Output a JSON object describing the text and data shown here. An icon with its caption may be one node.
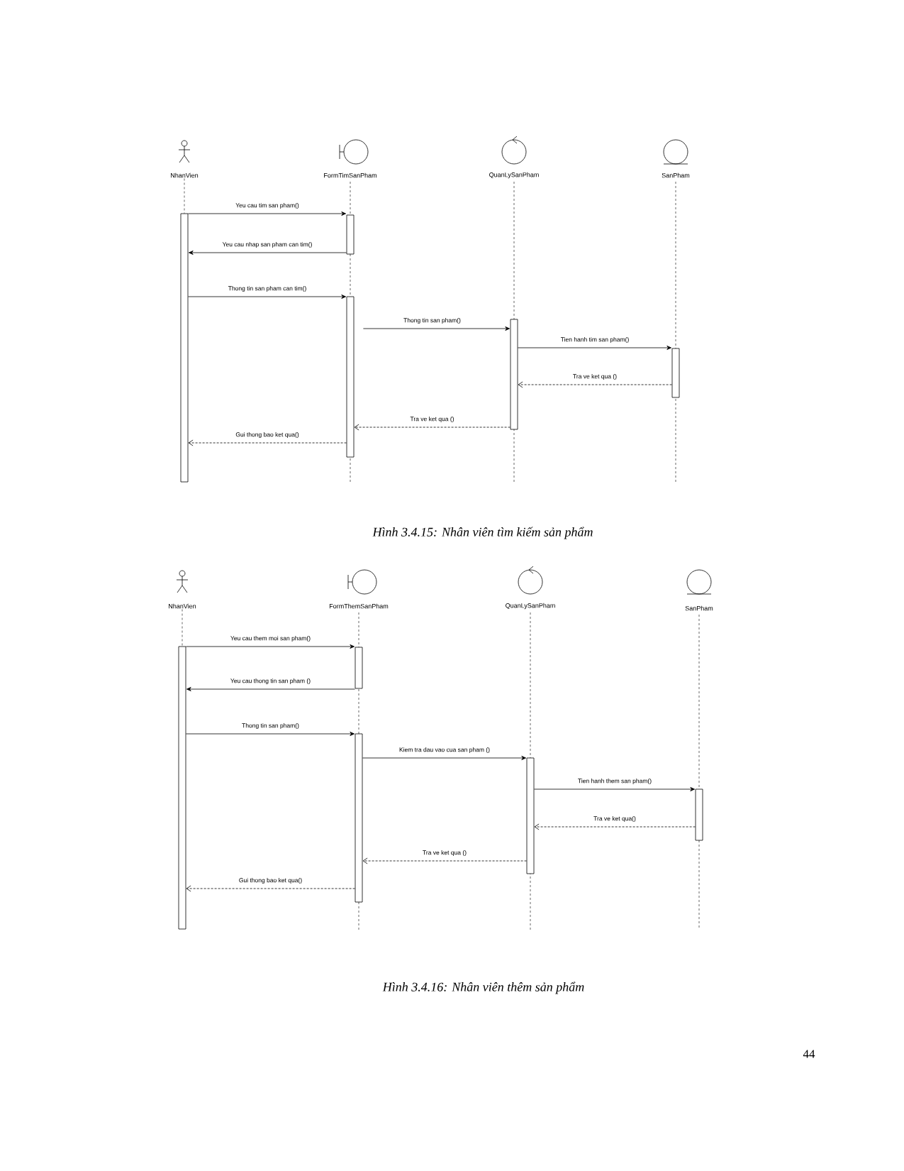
{
  "diagram": {
    "nodes": [
      {
        "text": [
          "NhanVien"
        ]
      },
      {
        "text": [
          "FormTimSanPham"
        ]
      },
      {
        "text": [
          "QuanLySanPham"
        ]
      },
      {
        "text": [
          "SanPham"
        ]
      },
      {
        "text": [],
        "shape": "bar"
      },
      {
        "text": [],
        "shape": "bar"
      },
      {
        "text": [],
        "shape": "bar"
      },
      {
        "text": [],
        "shape": "bar"
      },
      {
        "text": [],
        "shape": "bar"
      },
      {
        "text": [
          "NhanVien"
        ]
      },
      {
        "text": [
          "FormThemSanPham"
        ]
      },
      {
        "text": [
          "QuanLySanPham"
        ]
      },
      {
        "text": [
          "SanPham"
        ]
      },
      {
        "text": [],
        "shape": "bar"
      },
      {
        "text": [],
        "shape": "bar"
      },
      {
        "text": [],
        "shape": "bar"
      },
      {
        "text": [],
        "shape": "bar"
      },
      {
        "text": [],
        "shape": "bar"
      }
    ],
    "edges": [
      {
        "from": 4,
        "to": 5,
        "arrow": "to",
        "label": "Yeu cau tim san pham()"
      },
      {
        "from": 5,
        "to": 4,
        "arrow": "to",
        "label": "Yeu cau nhap san pham can tim()"
      },
      {
        "from": 4,
        "to": 6,
        "arrow": "to",
        "label": "Thong tin san pham can tim()"
      },
      {
        "from": 6,
        "to": 7,
        "arrow": "to",
        "label": "Thong tin san pham()"
      },
      {
        "from": 7,
        "to": 8,
        "arrow": "to",
        "label": "Tien hanh tim san pham()"
      },
      {
        "from": 8,
        "to": 7,
        "arrow": "to",
        "label": "Tra ve ket qua ()",
        "style": "dashed"
      },
      {
        "from": 7,
        "to": 6,
        "arrow": "to",
        "label": "Tra ve ket qua ()",
        "style": "dashed"
      },
      {
        "from": 6,
        "to": 4,
        "arrow": "to",
        "label": "Gui thong bao ket qua()",
        "style": "dashed"
      },
      {
        "from": 13,
        "to": 14,
        "arrow": "to",
        "label": "Yeu cau them moi san pham()"
      },
      {
        "from": 14,
        "to": 13,
        "arrow": "to",
        "label": "Yeu cau thong tin san pham ()"
      },
      {
        "from": 13,
        "to": 15,
        "arrow": "to",
        "label": "Thong tin san pham()"
      },
      {
        "from": 15,
        "to": 16,
        "arrow": "to",
        "label": "Kiem tra dau vao cua san pham ()"
      },
      {
        "from": 16,
        "to": 17,
        "arrow": "to",
        "label": "Tien hanh them san pham()"
      },
      {
        "from": 17,
        "to": 16,
        "arrow": "to",
        "label": "Tra ve ket qua()",
        "style": "dashed"
      },
      {
        "from": 16,
        "to": 15,
        "arrow": "to",
        "label": "Tra ve ket qua ()",
        "style": "dashed"
      },
      {
        "from": 15,
        "to": 13,
        "arrow": "to",
        "label": "Gui thong bao ket qua()",
        "style": "dashed"
      },
      {
        "from": 0,
        "to": 4,
        "arrow": "none",
        "style": "dashed"
      },
      {
        "from": 9,
        "to": 13,
        "arrow": "none",
        "style": "dashed"
      }
    ],
    "labels": [
      "Hình 3.4.15: Nhân viên tìm kiếm sản phẩm",
      "Hình 3.4.16: Nhân viên thêm sản phẩm",
      "44"
    ]
  }
}
